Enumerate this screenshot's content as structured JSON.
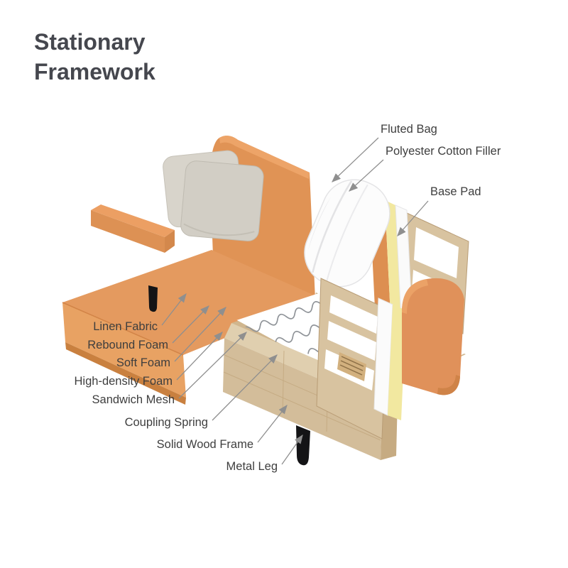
{
  "page": {
    "title_line1": "Stationary",
    "title_line2": "Framework"
  },
  "labels": {
    "fluted_bag": "Fluted Bag",
    "polyester_cotton_filler": "Polyester Cotton Filler",
    "base_pad": "Base Pad",
    "linen_fabric": "Linen Fabric",
    "rebound_foam": "Rebound Foam",
    "soft_foam": "Soft Foam",
    "high_density_foam": "High-density Foam",
    "sandwich_mesh": "Sandwich Mesh",
    "coupling_spring": "Coupling Spring",
    "solid_wood_frame": "Solid Wood Frame",
    "metal_leg": "Metal Leg"
  },
  "colors": {
    "background": "#ffffff",
    "title_text": "#45474e",
    "label_text": "#3e3e3e",
    "leader_line": "#8f8f8f",
    "fabric_orange": "#e49a5f",
    "fabric_orange_light": "#eca566",
    "fabric_orange_dark": "#cf8348",
    "foam_yellow": "#f5eda9",
    "foam_yellow_dark": "#ece189",
    "soft_foam_white": "#fdfdfd",
    "cushion_white": "#fbfbfb",
    "cushion_shade": "#e6e6e8",
    "pillow_beige": "#d7d3ca",
    "wood_light": "#d8c3a0",
    "wood_mid": "#cdb48c",
    "wood_dark": "#c3a87f",
    "plywood_stripe": "#8e7148",
    "spring_gray": "#8f9398",
    "spring_clip_gray": "#b0b3b7",
    "metal_leg_black": "#141416"
  }
}
